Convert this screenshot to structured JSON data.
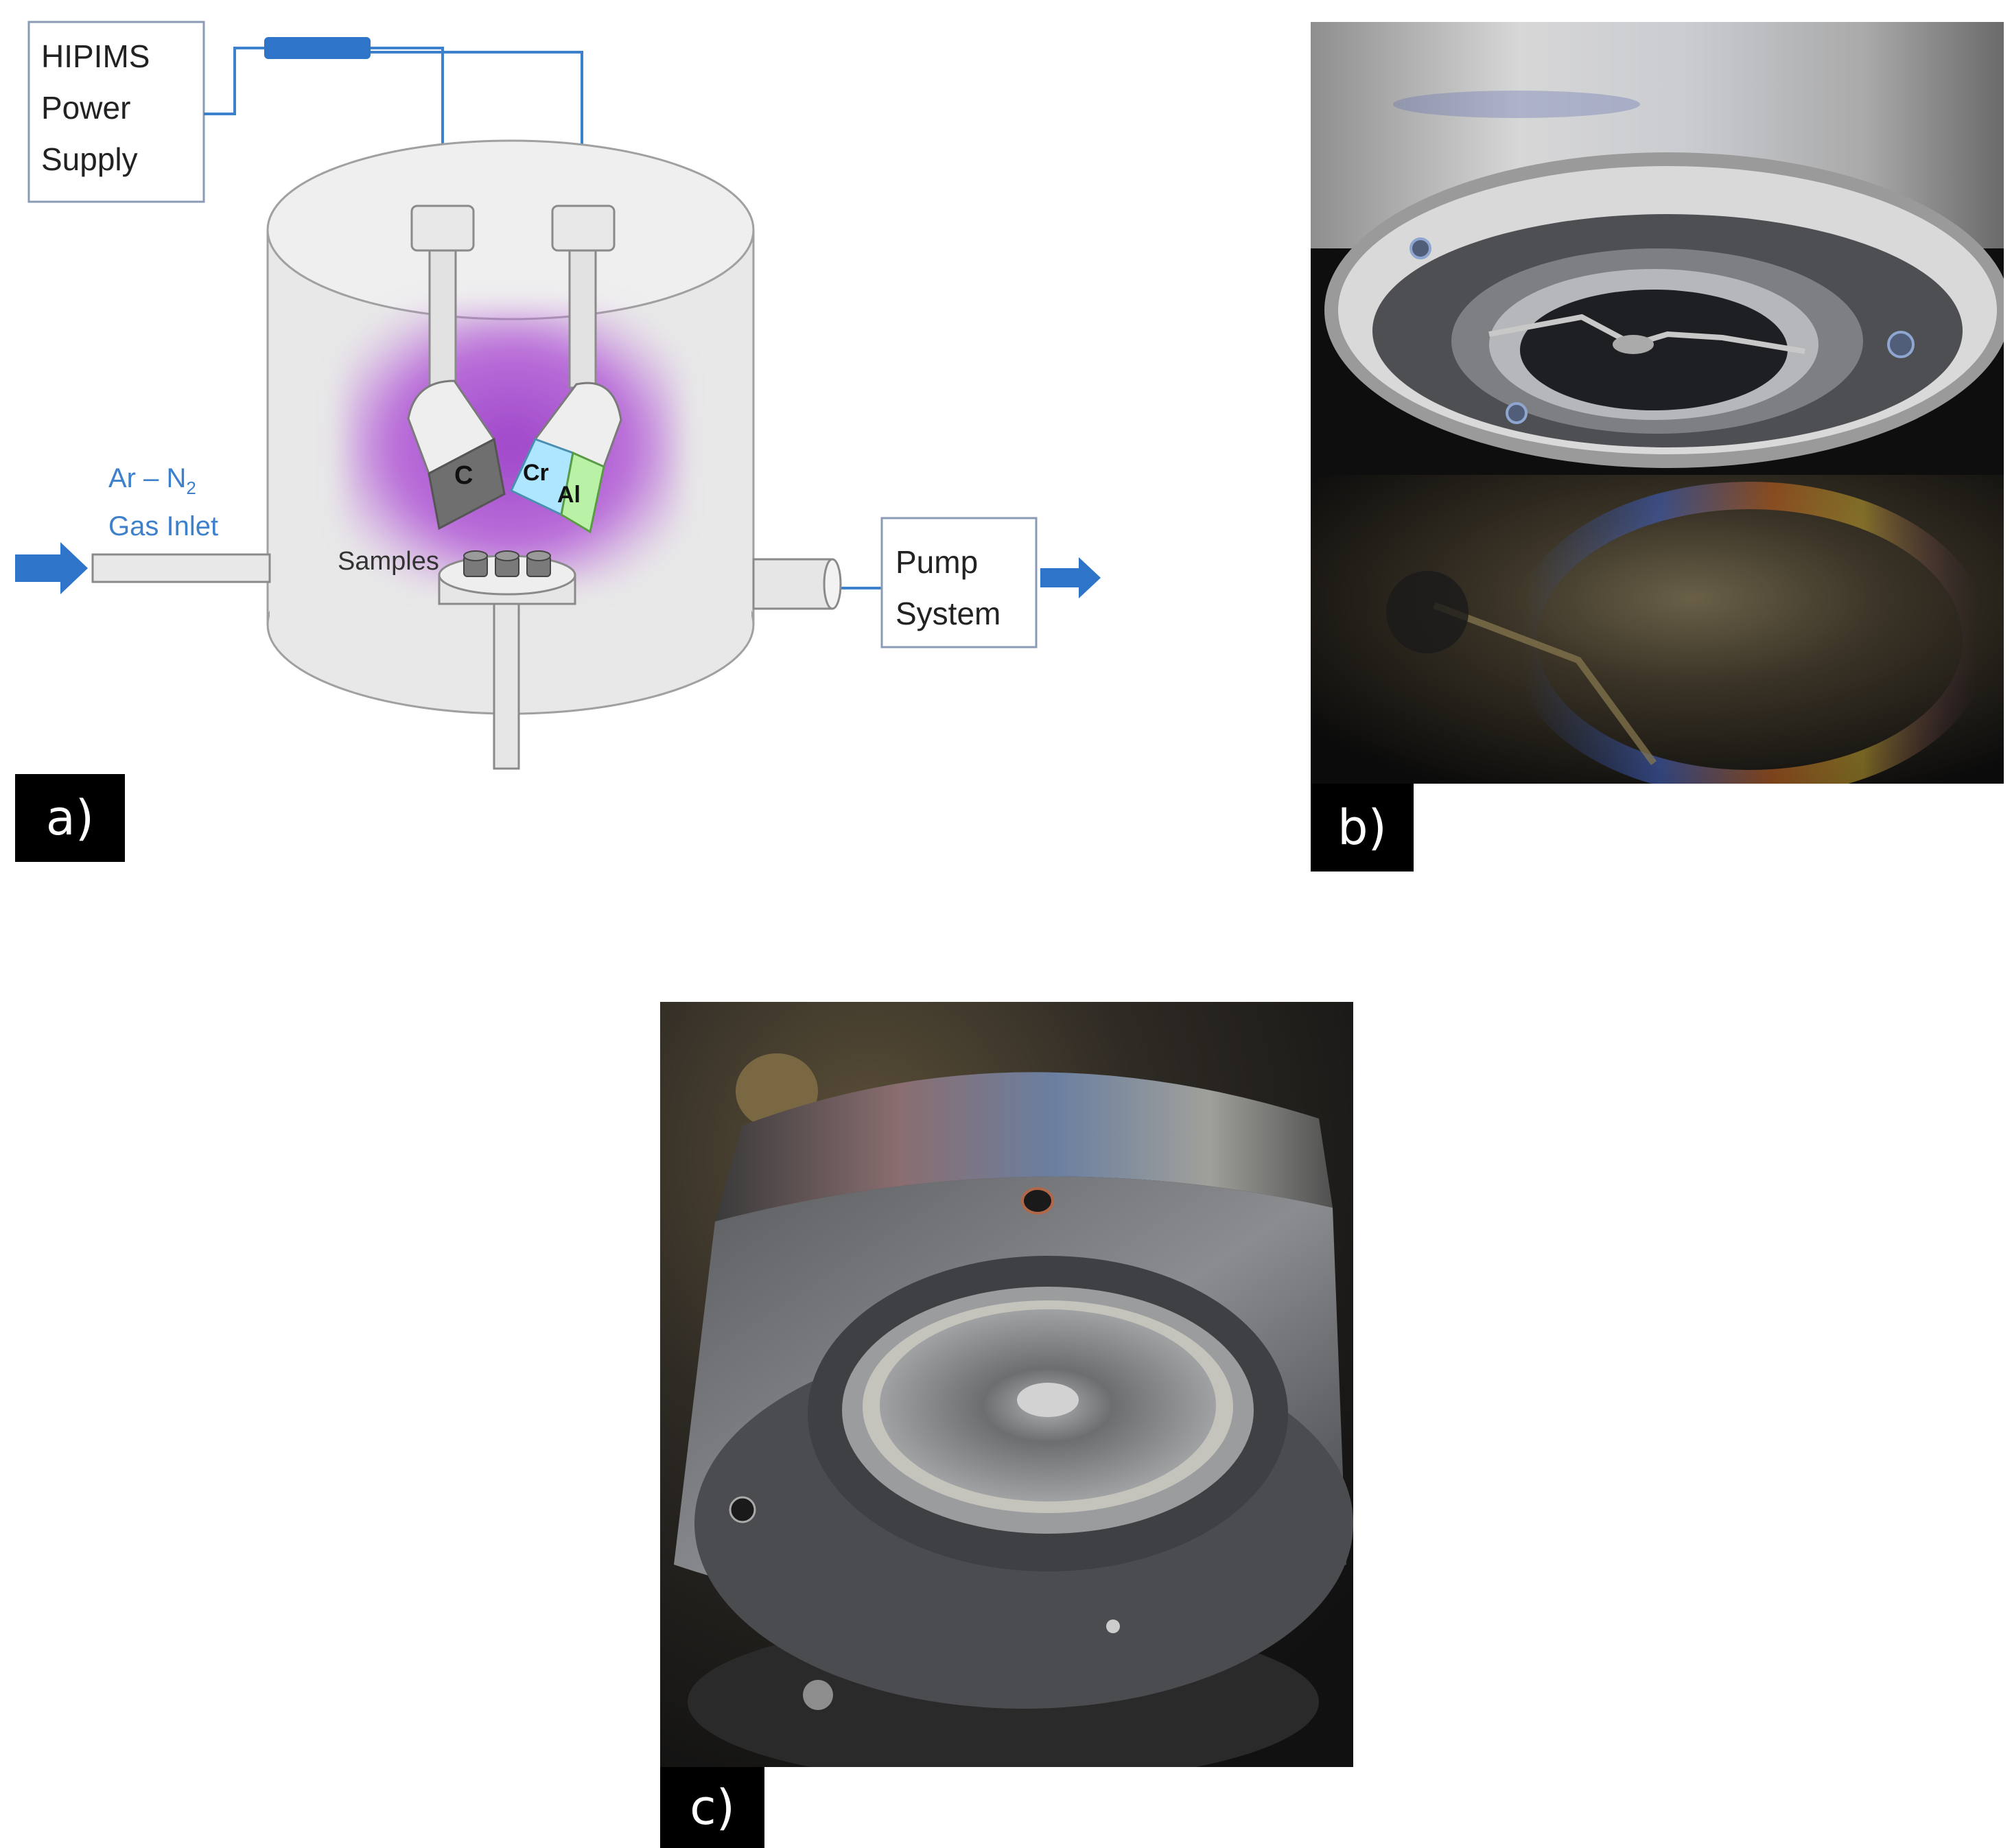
{
  "panel_a": {
    "label": "a)",
    "power_supply": [
      "HIPIMS",
      "Power",
      "Supply"
    ],
    "gas_inlet": {
      "line1_main": "Ar – N",
      "line1_sub": "2",
      "line2": "Gas Inlet"
    },
    "samples": "Samples",
    "pump": [
      "Pump",
      "System"
    ],
    "targets": {
      "left": "C",
      "right_top": "Cr",
      "right_bottom": "Al"
    },
    "colors": {
      "accent_blue": "#2e74c8",
      "line_blue": "#3d80cc",
      "plasma": "#b25ad6",
      "chamber": "#e8e8e8",
      "target_c": "#6f6f6f",
      "target_cr": "#aee6ff",
      "target_al": "#b9f2a6"
    }
  },
  "panel_b": {
    "label": "b)"
  },
  "panel_c": {
    "label": "c)"
  }
}
